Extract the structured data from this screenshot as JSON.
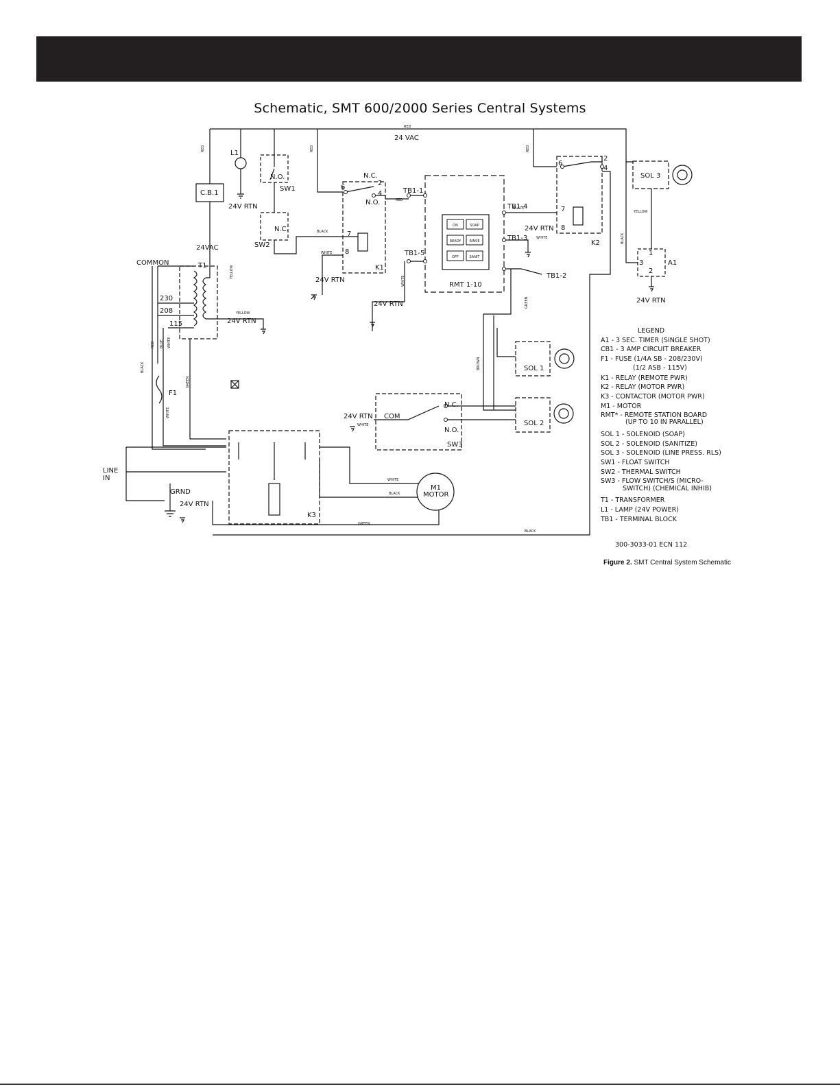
{
  "title": "Schematic, SMT 600/2000 Series Central Systems",
  "labels": {
    "vac_top": "24 VAC",
    "vac_left": "24VAC",
    "rtn": "24V RTN",
    "cb1": "C.B.1",
    "l1": "L1",
    "sw1": "SW1",
    "sw2": "SW2",
    "sw3": "SW3",
    "no": "N.O.",
    "nc": "N.C.",
    "common": "COMMON",
    "t1": "T1",
    "v230": "230",
    "v208": "208",
    "v115": "115",
    "f1": "F1",
    "k1": "K1",
    "k2": "K2",
    "k3": "K3",
    "tb1_1": "TB1-1",
    "tb1_2": "TB1-2",
    "tb1_3": "TB1-3",
    "tb1_4": "TB1-4",
    "tb1_5": "TB1-5",
    "rmt": "RMT 1-10",
    "sol1": "SOL 1",
    "sol2": "SOL 2",
    "sol3": "SOL 3",
    "a1": "A1",
    "com": "COM",
    "line": "LINE",
    "in": "IN",
    "grnd": "GRND",
    "m1": "M1",
    "motor": "MOTOR",
    "pin_6": "6",
    "pin_2": "2",
    "pin_4": "4",
    "pin_7": "7",
    "pin_8": "8",
    "pin_1": "1",
    "pin_3": "3"
  },
  "rmt_buttons": [
    "ON",
    "SOAP",
    "READY",
    "RINSE",
    "OFF",
    "SANIT"
  ],
  "wires": {
    "red": "RED",
    "black": "BLACK",
    "white": "WHITE",
    "yellow": "YELLOW",
    "green": "GREEN",
    "brown": "BROWN",
    "blue": "BLUE"
  },
  "legend": {
    "heading": "LEGEND",
    "items": [
      "A1 - 3 SEC. TIMER (SINGLE SHOT)",
      "CB1 - 3 AMP CIRCUIT BREAKER",
      "F1 - FUSE (1/4A SB - 208/230V)",
      "(1/2 ASB - 115V)",
      "K1 - RELAY (REMOTE PWR)",
      "K2 - RELAY (MOTOR PWR)",
      "K3 - CONTACTOR (MOTOR PWR)",
      "M1 - MOTOR",
      "RMT* - REMOTE STATION BOARD",
      "(UP TO 10 IN PARALLEL)",
      "SOL 1 - SOLENOID (SOAP)",
      "SOL 2 - SOLENOID (SANITIZE)",
      "SOL 3 - SOLENOID (LINE PRESS. RLS)",
      "SW1 - FLOAT SWITCH",
      "SW2 - THERMAL SWITCH",
      "SW3 - FLOW SWITCH/S (MICRO-",
      "SWITCH) (CHEMICAL INHIB)",
      "T1 - TRANSFORMER",
      "L1 - LAMP (24V POWER)",
      "TB1 - TERMINAL BLOCK"
    ]
  },
  "doc_number": "300-3033-01   ECN 112",
  "caption": {
    "label": "Figure 2.",
    "text": "SMT Central System Schematic"
  }
}
